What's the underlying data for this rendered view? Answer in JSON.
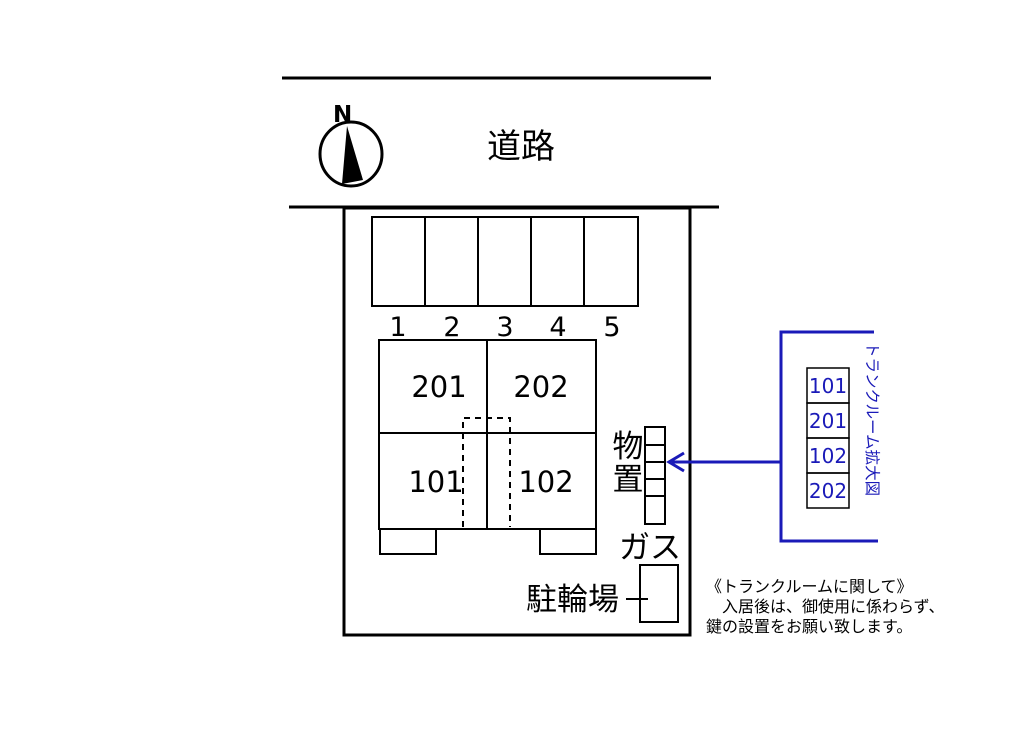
{
  "road_label": "道路",
  "compass_label": "N",
  "parking_numbers": [
    "1",
    "2",
    "3",
    "4",
    "5"
  ],
  "units": {
    "u201": "201",
    "u202": "202",
    "u101": "101",
    "u102": "102"
  },
  "storage_label": [
    "物",
    "置"
  ],
  "gas_label": "ガス",
  "bicycle_label": "駐輪場",
  "trunk_panel": {
    "title": "トランクルーム拡大図",
    "rows": [
      "101",
      "201",
      "102",
      "202"
    ]
  },
  "note": {
    "title": "《トランクルームに関して》",
    "line1": "入居後は、御使用に係わらず、",
    "line2": "鍵の設置をお願い致します。"
  },
  "colors": {
    "line": "#000000",
    "accent": "#1a1ab8",
    "background": "#ffffff"
  }
}
